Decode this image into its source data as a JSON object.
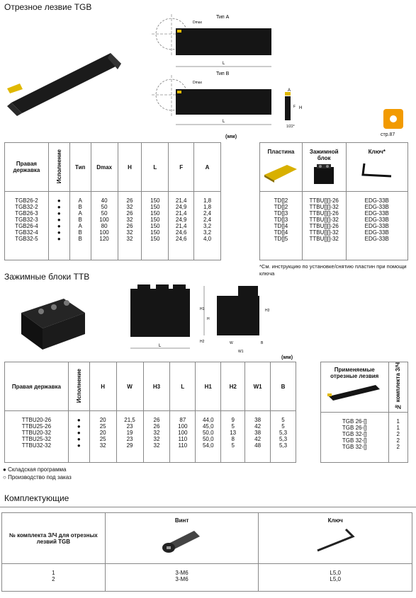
{
  "tgb_section": {
    "title": "Отрезное лезвие TGB",
    "type_a_label": "Тип A",
    "type_b_label": "Тип B",
    "dmax_label": "Dmax",
    "dim_l": "L",
    "dim_a": "A",
    "dim_h": "H",
    "dim_f": "F",
    "angle": "1/22°",
    "mm_label": "(мм)",
    "page_ref": "стр.87",
    "headers": [
      "Правая державка",
      "Исполнение",
      "Тип",
      "Dmax",
      "H",
      "L",
      "F",
      "A"
    ],
    "rows": [
      [
        "TGB26-2",
        "●",
        "A",
        "40",
        "26",
        "150",
        "21,4",
        "1,8"
      ],
      [
        "TGB32-2",
        "●",
        "B",
        "50",
        "32",
        "150",
        "24,9",
        "1,8"
      ],
      [
        "TGB26-3",
        "●",
        "A",
        "50",
        "26",
        "150",
        "21,4",
        "2,4"
      ],
      [
        "TGB32-3",
        "●",
        "B",
        "100",
        "32",
        "150",
        "24,9",
        "2,4"
      ],
      [
        "TGB26-4",
        "●",
        "A",
        "80",
        "26",
        "150",
        "21,4",
        "3,2"
      ],
      [
        "TGB32-4",
        "●",
        "B",
        "100",
        "32",
        "150",
        "24,6",
        "3,2"
      ],
      [
        "TGB32-5",
        "●",
        "B",
        "120",
        "32",
        "150",
        "24,6",
        "4,0"
      ]
    ]
  },
  "insert_section": {
    "headers": [
      "Пластина",
      "Зажимной блок",
      "Ключ*"
    ],
    "rows": [
      [
        "TD[]2",
        "TTBU[][]-26",
        "EDG-33B"
      ],
      [
        "TD[]2",
        "TTBU[][]-32",
        "EDG-33B"
      ],
      [
        "TD[]3",
        "TTBU[][]-26",
        "EDG-33B"
      ],
      [
        "TD[]3",
        "TTBU[][]-32",
        "EDG-33B"
      ],
      [
        "TD[]4",
        "TTBU[][]-26",
        "EDG-33B"
      ],
      [
        "TD[]4",
        "TTBU[][]-32",
        "EDG-33B"
      ],
      [
        "TD[]5",
        "TTBU[][]-32",
        "EDG-33B"
      ]
    ],
    "note": "*См. инструкцию по установке/снятию пластин при помощи ключа"
  },
  "ttb_section": {
    "title": "Зажимные блоки TTB",
    "dim_h": "H",
    "dim_h1": "H1",
    "dim_h2": "H2",
    "dim_h3": "H3",
    "dim_w": "W",
    "dim_w1": "W1",
    "dim_b": "B",
    "dim_l": "L",
    "mm_label": "(мм)",
    "headers": [
      "Правая державка",
      "Исполнение",
      "H",
      "W",
      "H3",
      "L",
      "H1",
      "H2",
      "W1",
      "B"
    ],
    "rows": [
      [
        "TTBU20-26",
        "●",
        "20",
        "21,5",
        "26",
        "87",
        "44,0",
        "9",
        "38",
        "5"
      ],
      [
        "TTBU25-26",
        "●",
        "25",
        "23",
        "26",
        "100",
        "45,0",
        "5",
        "42",
        "5"
      ],
      [
        "TTBU20-32",
        "●",
        "20",
        "19",
        "32",
        "100",
        "50,0",
        "13",
        "38",
        "5,3"
      ],
      [
        "TTBU25-32",
        "●",
        "25",
        "23",
        "32",
        "110",
        "50,0",
        "8",
        "42",
        "5,3"
      ],
      [
        "TTBU32-32",
        "●",
        "32",
        "29",
        "32",
        "110",
        "54,0",
        "5",
        "48",
        "5,3"
      ]
    ],
    "applicable_headers": [
      "Применяемые отрезные лезвия",
      "№ комплекта З/Ч"
    ],
    "applicable_rows": [
      [
        "TGB 26-[]",
        "1"
      ],
      [
        "TGB 26-[]",
        "1"
      ],
      [
        "TGB 32-[]",
        "2"
      ],
      [
        "TGB 32-[]",
        "2"
      ],
      [
        "TGB 32-[]",
        "2"
      ]
    ]
  },
  "legend": {
    "stock": "Складская программа",
    "order": "Производство под заказ"
  },
  "accessories": {
    "title": "Комплектующие",
    "headers": [
      "№ комплекта З/Ч для отрезных лезвий TGB",
      "Винт",
      "Ключ"
    ],
    "rows": [
      [
        "1",
        "3-M6",
        "L5,0"
      ],
      [
        "2",
        "3-M6",
        "L5,0"
      ]
    ]
  }
}
